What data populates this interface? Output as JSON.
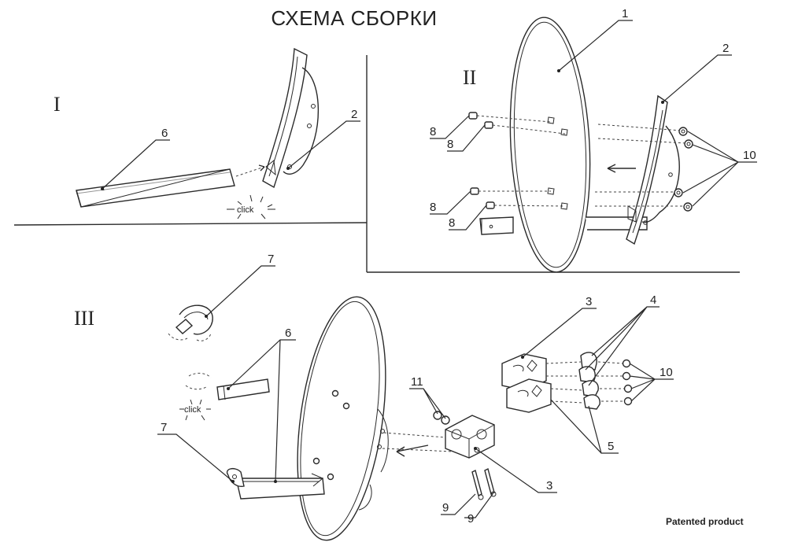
{
  "title": "СХЕМА СБОРКИ",
  "steps": [
    "I",
    "II",
    "III"
  ],
  "callouts": {
    "s1_6": "6",
    "s1_2": "2",
    "s2_1": "1",
    "s2_2": "2",
    "s2_10": "10",
    "s2_8a": "8",
    "s2_8b": "8",
    "s2_8c": "8",
    "s2_8d": "8",
    "s3_7a": "7",
    "s3_6": "6",
    "s3_7b": "7",
    "s3_11": "11",
    "s3_3a": "3",
    "s3_4": "4",
    "s3_10": "10",
    "s3_5": "5",
    "s3_3b": "3",
    "s3_9a": "9",
    "s3_9b": "9"
  },
  "click_label": "click",
  "footer": "Patented product"
}
